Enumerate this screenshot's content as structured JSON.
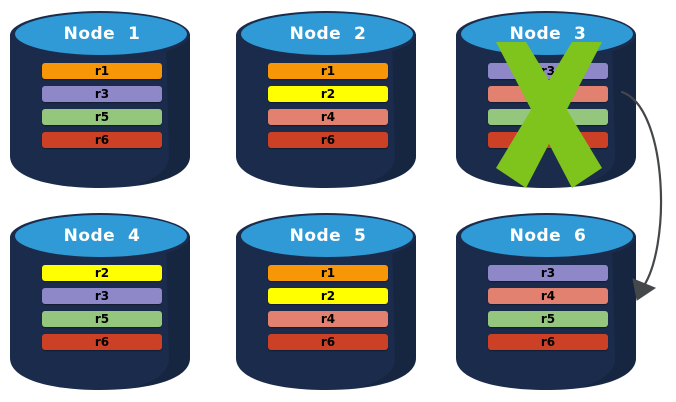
{
  "diagram": {
    "title_pattern": "Node",
    "colors": {
      "background": "#ffffff",
      "cylinder_body": "#1b2b4b",
      "cylinder_body_dark": "#132038",
      "cylinder_top": "#2f9ad6",
      "cylinder_rim": "#1b2b4b",
      "r1": "#f79708",
      "r2": "#ffff00",
      "r3": "#8e87c8",
      "r4": "#e28170",
      "r5": "#94c67e",
      "r6": "#cc4125",
      "failure_x": "#7fc41c",
      "arrow": "#45484b",
      "label_text": "#000000",
      "title_text": "#ffffff"
    },
    "nodes": [
      {
        "id": "node-1",
        "title": "Node  1",
        "failed": false,
        "replicas": [
          {
            "label": "r1",
            "color_key": "r1"
          },
          {
            "label": "r3",
            "color_key": "r3"
          },
          {
            "label": "r5",
            "color_key": "r5"
          },
          {
            "label": "r6",
            "color_key": "r6"
          }
        ]
      },
      {
        "id": "node-2",
        "title": "Node  2",
        "failed": false,
        "replicas": [
          {
            "label": "r1",
            "color_key": "r1"
          },
          {
            "label": "r2",
            "color_key": "r2"
          },
          {
            "label": "r4",
            "color_key": "r4"
          },
          {
            "label": "r6",
            "color_key": "r6"
          }
        ]
      },
      {
        "id": "node-3",
        "title": "Node  3",
        "failed": true,
        "replicas": [
          {
            "label": "r3",
            "color_key": "r3"
          },
          {
            "label": "r4",
            "color_key": "r4"
          },
          {
            "label": "r5",
            "color_key": "r5"
          },
          {
            "label": "r6",
            "color_key": "r6"
          }
        ]
      },
      {
        "id": "node-4",
        "title": "Node  4",
        "failed": false,
        "replicas": [
          {
            "label": "r2",
            "color_key": "r2"
          },
          {
            "label": "r3",
            "color_key": "r3"
          },
          {
            "label": "r5",
            "color_key": "r5"
          },
          {
            "label": "r6",
            "color_key": "r6"
          }
        ]
      },
      {
        "id": "node-5",
        "title": "Node  5",
        "failed": false,
        "replicas": [
          {
            "label": "r1",
            "color_key": "r1"
          },
          {
            "label": "r2",
            "color_key": "r2"
          },
          {
            "label": "r4",
            "color_key": "r4"
          },
          {
            "label": "r6",
            "color_key": "r6"
          }
        ]
      },
      {
        "id": "node-6",
        "title": "Node  6",
        "failed": false,
        "replicas": [
          {
            "label": "r3",
            "color_key": "r3"
          },
          {
            "label": "r4",
            "color_key": "r4"
          },
          {
            "label": "r5",
            "color_key": "r5"
          },
          {
            "label": "r6",
            "color_key": "r6"
          }
        ]
      }
    ],
    "arrow": {
      "name": "recovery-arrow",
      "from_node": "node-3",
      "to_node": "node-6"
    }
  }
}
